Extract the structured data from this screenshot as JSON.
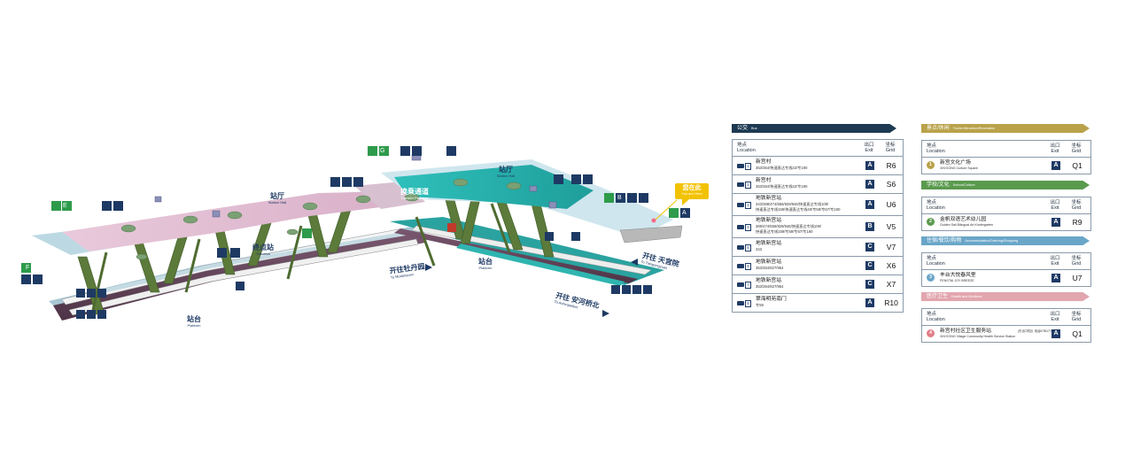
{
  "map": {
    "labels": {
      "hall_left": {
        "zh": "站厅",
        "en": "Station Hall"
      },
      "hall_right": {
        "zh": "站厅",
        "en": "Station Hall"
      },
      "transfer": {
        "zh": "换乘通道",
        "en": "Transfer Passage"
      },
      "terminal": {
        "zh": "终点站",
        "en": "Terminus"
      },
      "platform_left": {
        "zh": "站台",
        "en": "Platform"
      },
      "platform_right": {
        "zh": "站台",
        "en": "Platform"
      },
      "to_mudanyuan": {
        "zh": "开往牡丹园",
        "en": "To Mudanyuan"
      },
      "to_tiangongyuan": {
        "zh": "开往 天宫院",
        "en": "To Tiangongyuan"
      },
      "to_anheqiaobei": {
        "zh": "开往 安河桥北",
        "en": "To Anheqiaobei"
      },
      "you_are_here": {
        "zh": "您在此",
        "en": "You are Here"
      }
    },
    "exit_tags": [
      "E",
      "F",
      "G",
      "B",
      "A"
    ],
    "colors": {
      "hall_left": "#e2bfd3",
      "hall_right": "#2cb5b1",
      "floor_light": "#cfe6ee",
      "column": "#5c7a3a",
      "tree": "#7aa074",
      "track": "#6b4a5e",
      "train": "#e8e8e8",
      "marker": "#f2c200",
      "exit_green": "#2e9b4b",
      "navy": "#1e3a64"
    }
  },
  "bus": {
    "title": "公交",
    "title_en": "Bus",
    "col_location": "地点",
    "col_location_en": "Location",
    "col_exit": "出口",
    "col_exit_en": "Exit",
    "col_grid": "坐标",
    "col_grid_en": "Grid",
    "rows": [
      {
        "n": "1",
        "name": "新宫村",
        "sub": "353/354/快速直达专线22/专190",
        "exit": "A",
        "grid": "R6"
      },
      {
        "n": "2",
        "name": "新宫村",
        "sub": "353/354/快速直达专线22/专190",
        "exit": "A",
        "grid": "S6"
      },
      {
        "n": "3",
        "name": "地铁新宫站",
        "sub": "343/369/474/556/829/946/快速直达专线109/",
        "sub2": "快速直达专线159/快速直达专线40/专59/专67/专190",
        "exit": "A",
        "grid": "U6"
      },
      {
        "n": "4",
        "name": "地铁新宫站",
        "sub": "369/474/556/829/946/快速直达专线109/",
        "sub2": "快速直达专线159/专59/专67/专190",
        "exit": "B",
        "grid": "V5"
      },
      {
        "n": "5",
        "name": "地铁新宫站",
        "sub": "343",
        "exit": "C",
        "grid": "V7"
      },
      {
        "n": "6",
        "name": "地铁新宫站",
        "sub": "353/354/827/954",
        "exit": "C",
        "grid": "X6"
      },
      {
        "n": "7",
        "name": "地铁新宫站",
        "sub": "353/354/827/954",
        "exit": "C",
        "grid": "X7"
      },
      {
        "n": "8",
        "name": "翠海明苑南门",
        "sub": "专59",
        "exit": "A",
        "grid": "R10"
      }
    ]
  },
  "poi": [
    {
      "title": "景点/休闲",
      "title_en": "Tourist Attraction/Recreation",
      "cls": "tour",
      "n": "1",
      "color": "#b9a24a",
      "name": "新宫文化广场",
      "en": "XIN'GONG Culture Square",
      "exit": "A",
      "grid": "Q1"
    },
    {
      "title": "学校/文化",
      "title_en": "School/Culture",
      "cls": "school",
      "n": "2",
      "color": "#5a9a4e",
      "name": "金帆双语艺术幼儿园",
      "en": "Golden Sail Bilingual Art Kindergarten",
      "exit": "A",
      "grid": "R9"
    },
    {
      "title": "住宿/餐饮/购物",
      "title_en": "Accommodation/Catering/Shopping",
      "cls": "accom",
      "n": "3",
      "color": "#6aa6c8",
      "name": "丰台大悦春风里",
      "en": "FENGTAI JOY BREEZE",
      "exit": "A",
      "grid": "U7"
    },
    {
      "title": "医疗卫生",
      "title_en": "Health and Medicine",
      "cls": "med",
      "n": "4",
      "color": "#e07d88",
      "name": "新宫村社区卫生服务站",
      "en": "XIN'GONG Village Community Health Service Station",
      "note": "(东北口附近, 电话67951770)",
      "exit": "A",
      "grid": "Q1"
    }
  ],
  "poi_cols": {
    "location": "地点",
    "location_en": "Location",
    "exit": "出口",
    "exit_en": "Exit",
    "grid": "坐标",
    "grid_en": "Grid"
  }
}
